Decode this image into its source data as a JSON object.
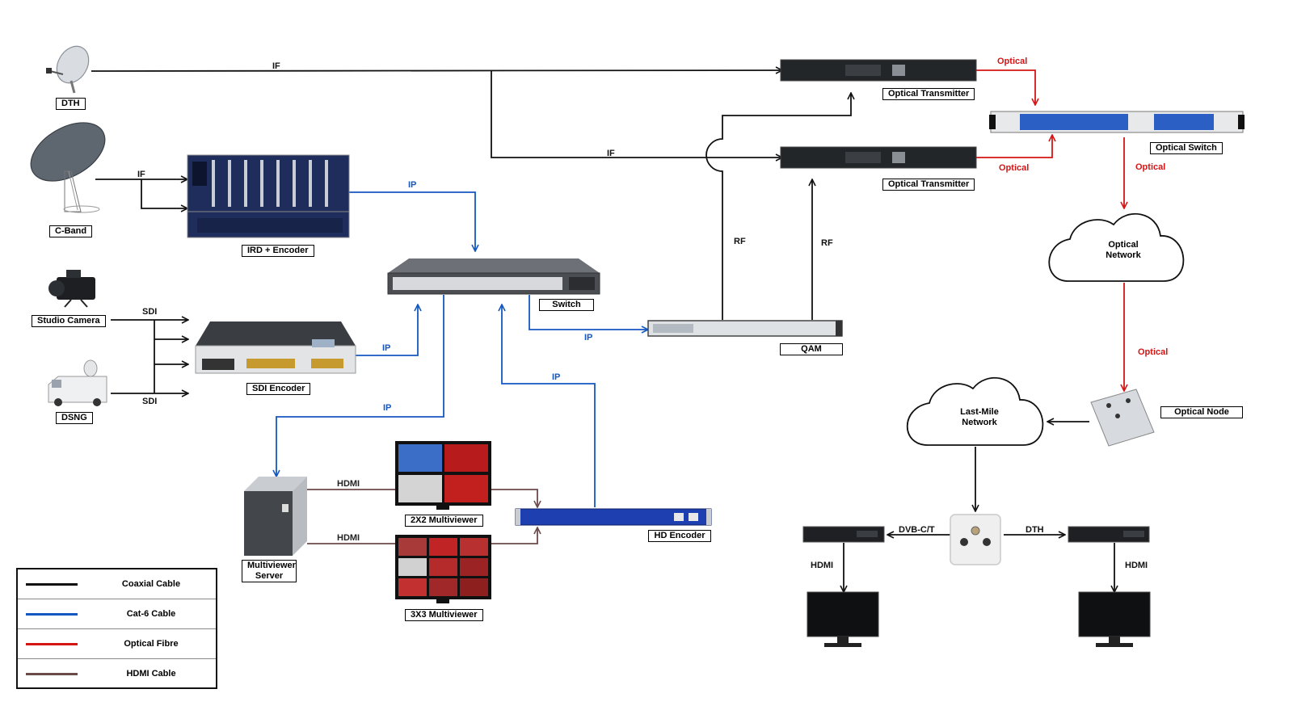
{
  "colors": {
    "coax": "#111111",
    "cat6": "#1557c0",
    "optical": "#d51414",
    "hdmi": "#6b4a4a"
  },
  "devices": {
    "dth": "DTH",
    "cband": "C-Band",
    "studio_camera": "Studio Camera",
    "dsng": "DSNG",
    "ird_encoder": "IRD + Encoder",
    "sdi_encoder": "SDI Encoder",
    "switch": "Switch",
    "qam": "QAM",
    "optical_transmitter_1": "Optical Transmitter",
    "optical_transmitter_2": "Optical Transmitter",
    "optical_switch": "Optical Switch",
    "optical_node": "Optical Node",
    "multiviewer_server": "Multiviewer Server",
    "multiviewer_2x2": "2X2 Multiviewer",
    "multiviewer_3x3": "3X3 Multiviewer",
    "hd_encoder": "HD Encoder"
  },
  "clouds": {
    "optical_network": "Optical Network",
    "last_mile_network": "Last-Mile Network"
  },
  "wire_labels": {
    "if_dth": "IF",
    "if_cband": "IF",
    "if_tx2": "IF",
    "sdi_top": "SDI",
    "sdi_bottom": "SDI",
    "ip_ird": "IP",
    "ip_sdi": "IP",
    "ip_qam": "IP",
    "ip_server": "IP",
    "ip_hd": "IP",
    "rf_left": "RF",
    "rf_right": "RF",
    "optical_tx1": "Optical",
    "optical_tx2": "Optical",
    "optical_switch_out": "Optical",
    "optical_network_out": "Optical",
    "hdmi_top": "HDMI",
    "hdmi_bottom": "HDMI",
    "dvb": "DVB-C/T",
    "dth_out": "DTH",
    "hdmi_left_tv": "HDMI",
    "hdmi_right_tv": "HDMI"
  },
  "legend": [
    {
      "label": "Coaxial Cable",
      "color": "#111111"
    },
    {
      "label": "Cat-6 Cable",
      "color": "#1557c0"
    },
    {
      "label": "Optical Fibre",
      "color": "#d51414"
    },
    {
      "label": "HDMI Cable",
      "color": "#6b4a4a"
    }
  ]
}
